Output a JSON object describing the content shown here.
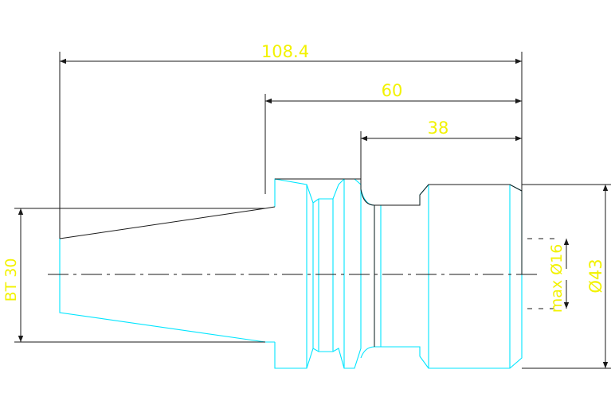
{
  "dimensions": {
    "overall_length": "108.4",
    "length_60": "60",
    "length_38": "38",
    "taper_label": "BT 30",
    "bore_label": "max Ø16",
    "outer_diameter": "Ø43"
  },
  "colors": {
    "background": "#ffffff",
    "outline": "#00e5ff",
    "dimension_lines": "#1a1a1a",
    "dimension_text": "#f2f200"
  }
}
